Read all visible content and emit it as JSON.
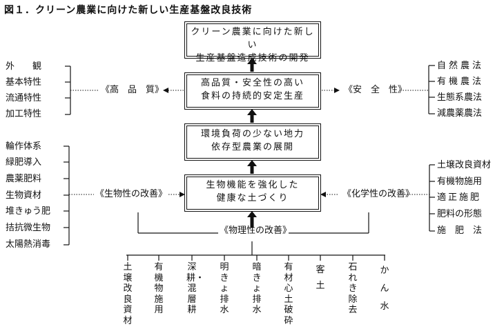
{
  "title": "図１．クリーン農業に向けた新しい生産基盤改良技術",
  "center": {
    "box1": [
      "クリーン農業に向けた新しい",
      "生産基盤造成技術の開発"
    ],
    "box2": [
      "高品質・安全性の高い",
      "食料の持続的安定生産"
    ],
    "box3": [
      "環境負荷の少ない地力",
      "依存型農業の展開"
    ],
    "box4": [
      "生物機能を強化した",
      "健康な土づくり"
    ]
  },
  "quality": {
    "label": "《高　品　質》",
    "items": [
      "外　　観",
      "基本特性",
      "流通特性",
      "加工特性"
    ]
  },
  "safety": {
    "label": "《安　全　性》",
    "items": [
      "自然農法",
      "有機農法",
      "生態系農法",
      "減農薬農法"
    ]
  },
  "biological": {
    "label": "《生物性の改善》",
    "items": [
      "輪作体系",
      "緑肥導入",
      "農薬肥料",
      "生物資材",
      "堆きゅう肥",
      "拮抗微生物",
      "太陽熱消毒"
    ]
  },
  "chemical": {
    "label": "《化学性の改善》",
    "items": [
      "土壌改良資材",
      "有機物施用",
      "適正施肥",
      "肥料の形態",
      "施　肥　法"
    ]
  },
  "physical": {
    "label": "《物理性の改善》",
    "items": [
      "土壌改良資材",
      "有機物施用",
      "深耕・混層耕",
      "明きょ排水",
      "暗きょ排水",
      "有材心土破砕",
      "客　　土",
      "石れき除去",
      "かん　水"
    ]
  }
}
